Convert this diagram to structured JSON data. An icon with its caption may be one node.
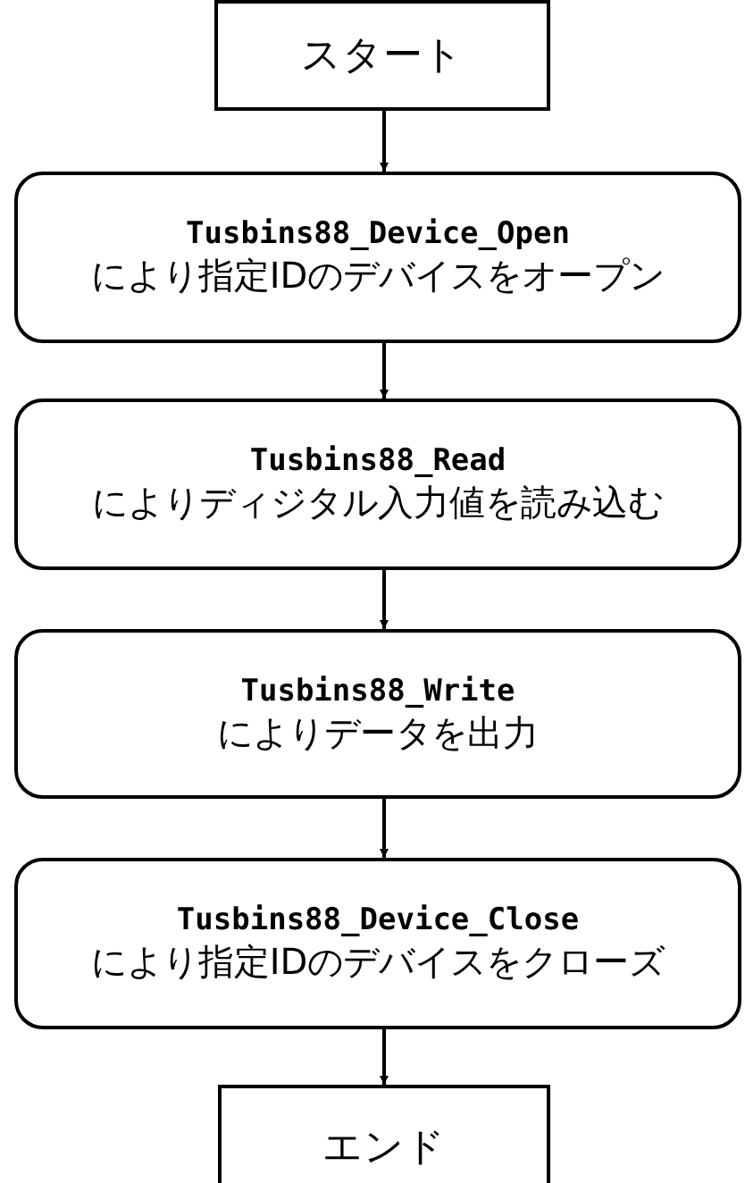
{
  "diagram": {
    "nodes": [
      {
        "text": [
          "スタート"
        ]
      },
      {
        "text": [
          "Tusbins88_Device_Open",
          "により指定IDのデバイスをオープン"
        ]
      },
      {
        "text": [
          "Tusbins88_Read",
          "によりディジタル入力値を読み込む"
        ]
      },
      {
        "text": [
          "Tusbins88_Write",
          "によりデータを出力"
        ]
      },
      {
        "text": [
          "Tusbins88_Device_Close",
          "により指定IDのデバイスをクローズ"
        ]
      },
      {
        "text": [
          "エンド"
        ]
      }
    ],
    "edges": [
      {
        "from": 0,
        "to": 1,
        "arrow": "to"
      },
      {
        "from": 1,
        "to": 2,
        "arrow": "to"
      },
      {
        "from": 2,
        "to": 3,
        "arrow": "to"
      },
      {
        "from": 3,
        "to": 4,
        "arrow": "to"
      },
      {
        "from": 4,
        "to": 5,
        "arrow": "to"
      }
    ]
  }
}
